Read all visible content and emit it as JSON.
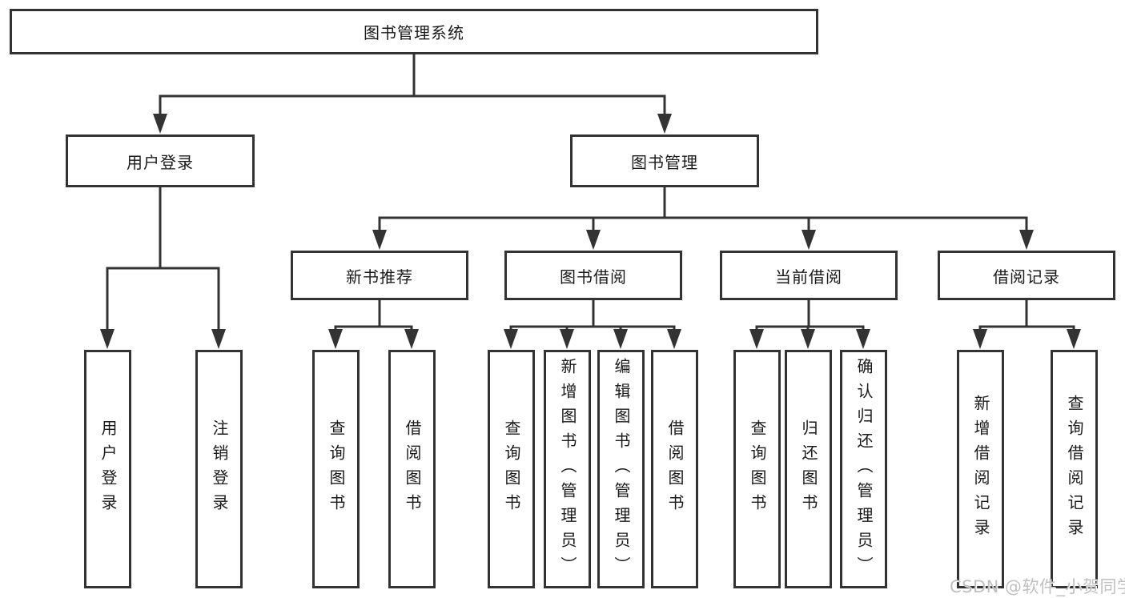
{
  "diagram": {
    "nodes": {
      "root": "图书管理系统",
      "userLogin": "用户登录",
      "bookManagement": "图书管理",
      "newBookRecommend": "新书推荐",
      "bookBorrowing": "图书借阅",
      "currentBorrowing": "当前借阅",
      "borrowingRecords": "借阅记录"
    },
    "leaves": {
      "userLogin": "用户登录",
      "logout": "注销登录",
      "recQueryBooks": "查询图书",
      "recBorrowBooks": "借阅图书",
      "bbQueryBooks": "查询图书",
      "bbAddBooks": "新增图书（管理员）",
      "bbEditBooks": "编辑图书（管理员）",
      "bbBorrowBooks": "借阅图书",
      "cbQueryBooks": "查询图书",
      "cbReturnBooks": "归还图书",
      "cbConfirmReturn": "确认归还（管理员）",
      "brAddRecord": "新增借阅记录",
      "brQueryRecord": "查询借阅记录"
    },
    "watermark": "CSDN @软件_小贺同学"
  },
  "colors": {
    "line": "#333333",
    "text": "#1a1a1a",
    "watermark": "#c0c0c0",
    "background": "#ffffff"
  }
}
